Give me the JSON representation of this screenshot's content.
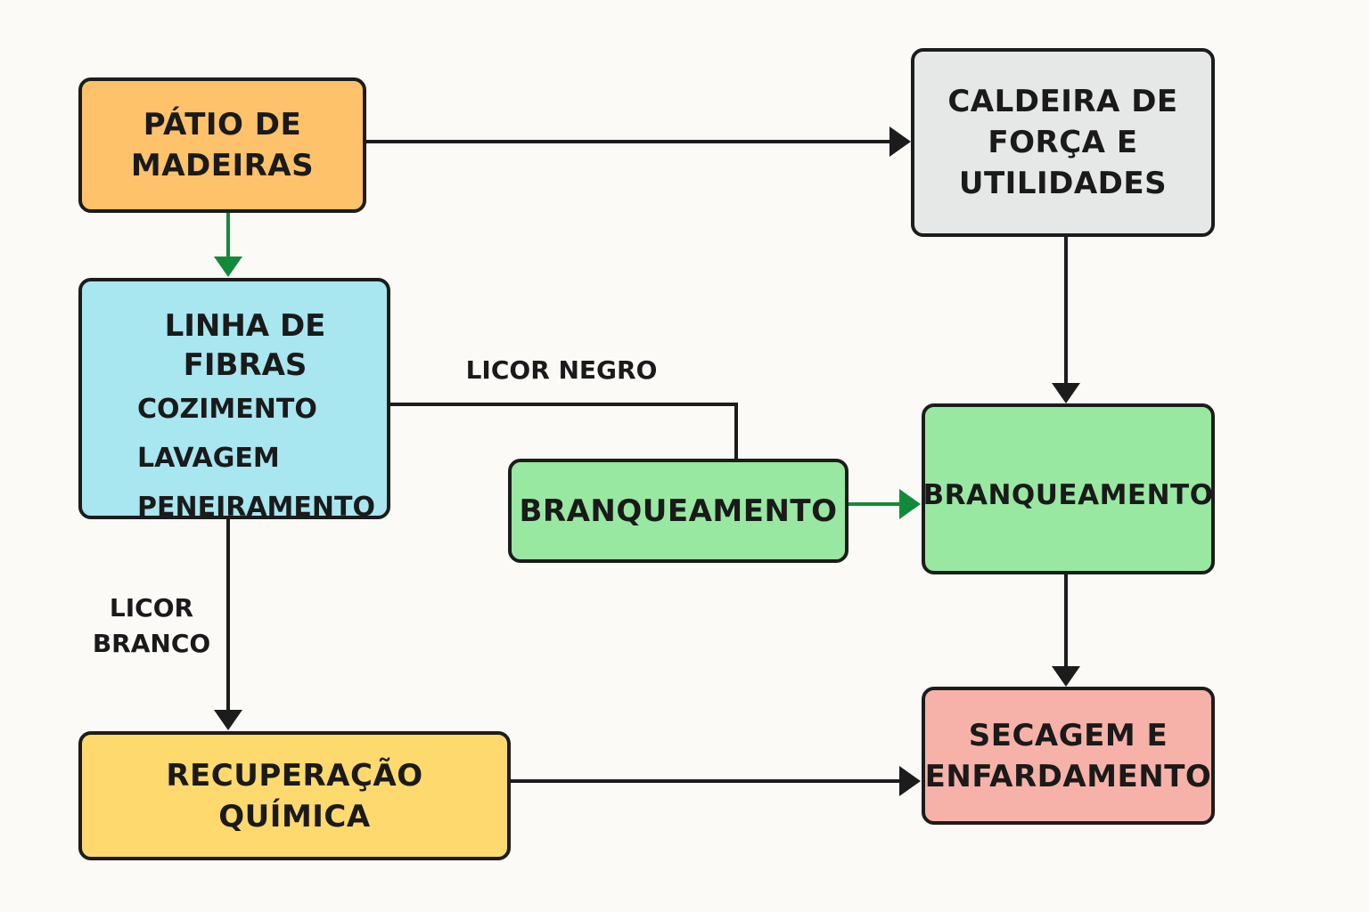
{
  "colors": {
    "background": "#fbfaf7",
    "stroke": "#1c1c1c",
    "green_arrow": "#138a3a",
    "patio": "#fdc26a",
    "caldeira": "#e6e7e7",
    "linha": "#a8e6f0",
    "branqueamento": "#98e8a2",
    "recuperacao": "#fed96e",
    "secagem": "#f6b2a8"
  },
  "nodes": {
    "patio": {
      "label": "PÁTIO DE\nMADEIRAS"
    },
    "caldeira": {
      "label": "CALDEIRA DE\nFORÇA E\nUTILIDADES"
    },
    "linha": {
      "title": "LINHA DE FIBRAS",
      "steps": [
        "COZIMENTO",
        "LAVAGEM",
        "PENEIRAMENTO"
      ]
    },
    "branqueamento_1": {
      "label": "BRANQUEAMENTO"
    },
    "branqueamento_2": {
      "label": "BRANQUEAMENTO"
    },
    "recuperacao": {
      "label": "RECUPERAÇÃO\nQUÍMICA"
    },
    "secagem": {
      "label": "SECAGEM E\nENFARDAMENTO"
    }
  },
  "edge_labels": {
    "licor_negro": "LICOR NEGRO",
    "licor_branco": "LICOR\nBRANCO"
  },
  "edges": [
    {
      "from": "patio",
      "to": "caldeira",
      "color": "black",
      "arrow": true
    },
    {
      "from": "patio",
      "to": "linha",
      "color": "green",
      "arrow": true
    },
    {
      "from": "linha",
      "to": "branqueamento_1",
      "color": "black",
      "arrow": false,
      "label": "licor_negro"
    },
    {
      "from": "linha",
      "to": "recuperacao",
      "color": "black",
      "arrow": true,
      "label": "licor_branco"
    },
    {
      "from": "caldeira",
      "to": "branqueamento_2",
      "color": "black",
      "arrow": true
    },
    {
      "from": "branqueamento_1",
      "to": "branqueamento_2",
      "color": "green",
      "arrow": true
    },
    {
      "from": "branqueamento_2",
      "to": "secagem",
      "color": "black",
      "arrow": true
    },
    {
      "from": "recuperacao",
      "to": "secagem",
      "color": "black",
      "arrow": true
    }
  ]
}
